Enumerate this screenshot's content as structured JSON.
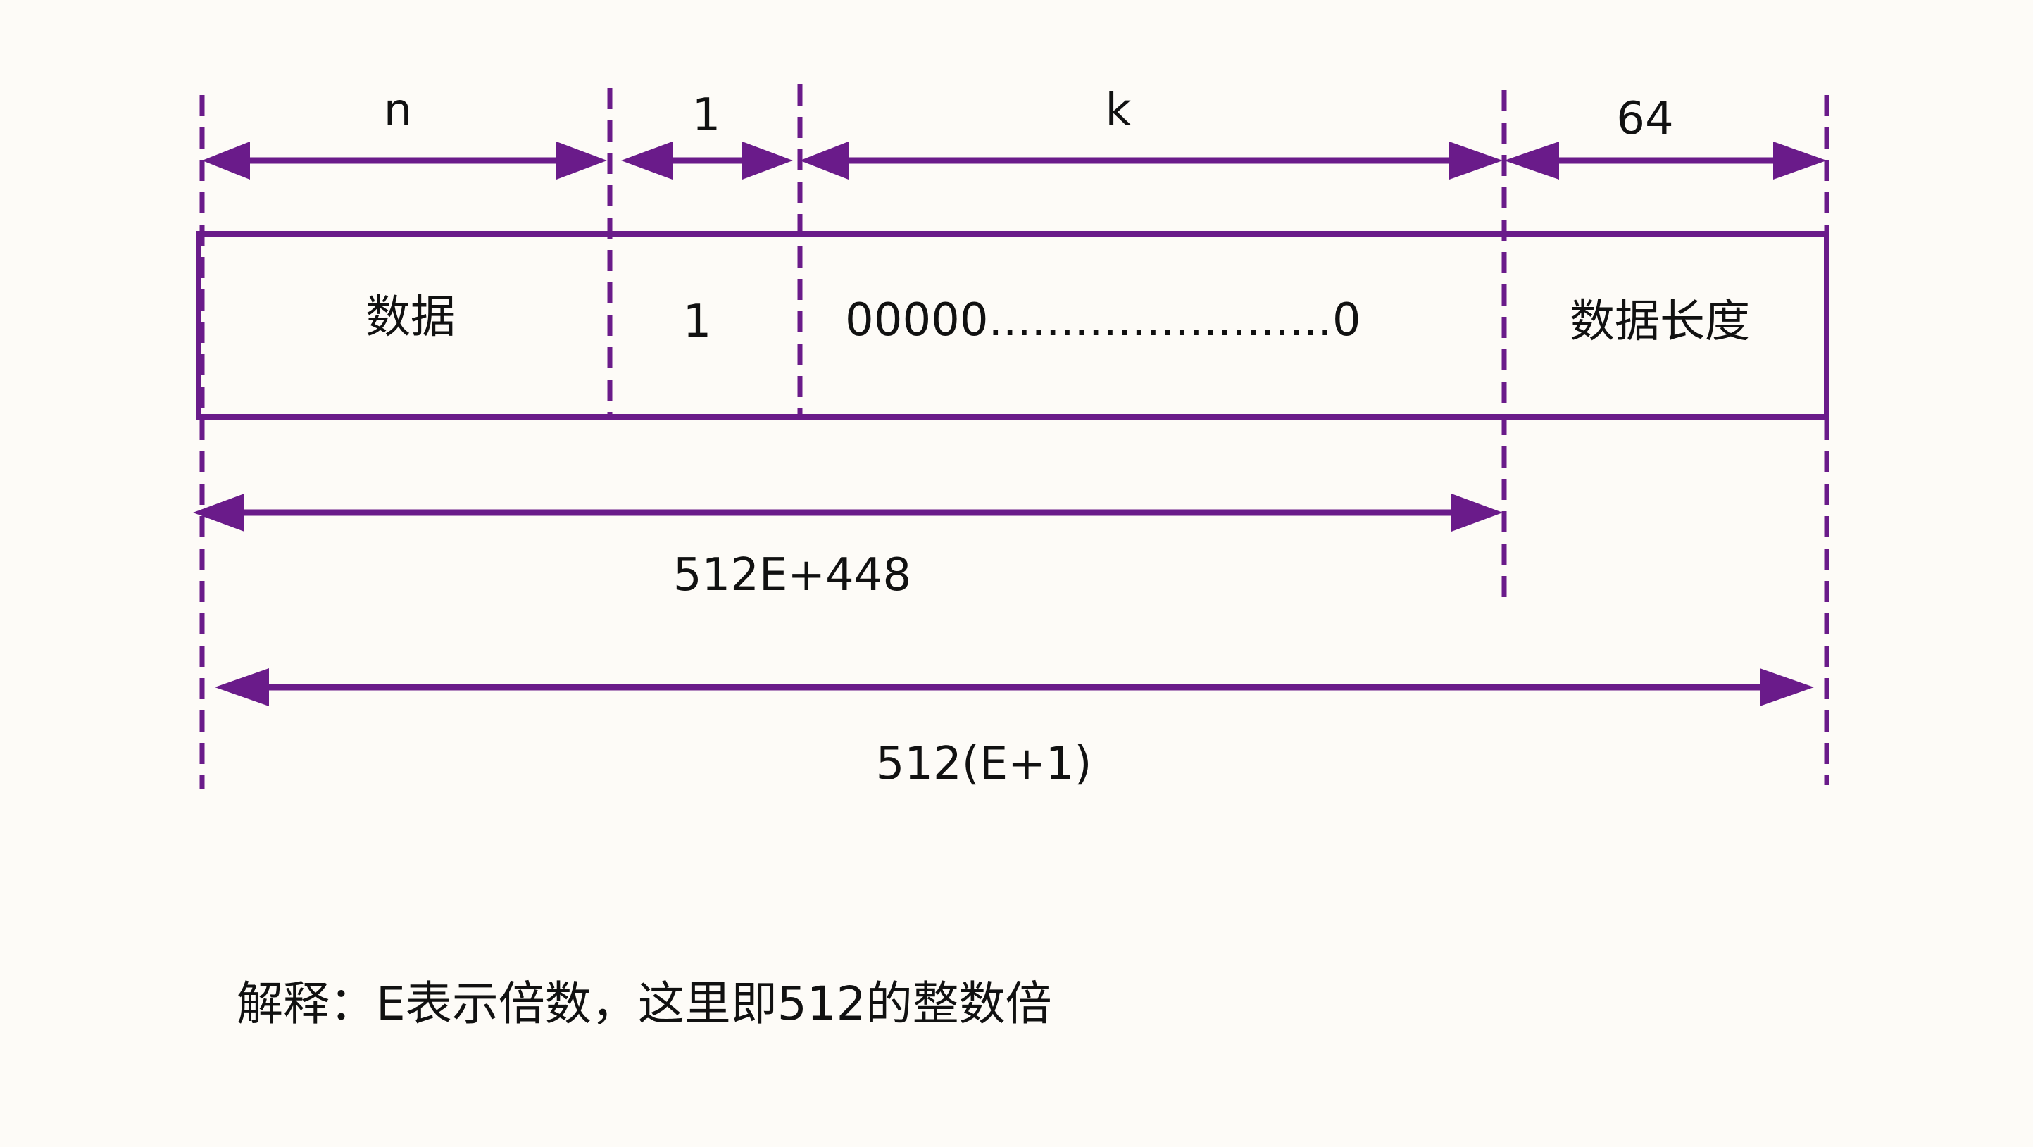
{
  "colors": {
    "stroke": "#6a1b8a",
    "background": "#fdfbf7",
    "text": "#111111"
  },
  "top_labels": {
    "n": "n",
    "one": "1",
    "k": "k",
    "sixty_four": "64"
  },
  "cells": {
    "data": "数据",
    "one": "1",
    "padding": "00000........................0",
    "length": "数据长度"
  },
  "bottom_labels": {
    "first": "512E+448",
    "second": "512(E+1)"
  },
  "note": "解释：E表示倍数，这里即512的整数倍"
}
